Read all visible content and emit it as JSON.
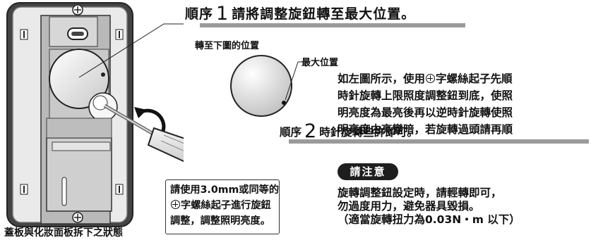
{
  "step1": {
    "prefix": "順序",
    "number": "1",
    "text": "請將調整旋鈕轉至最大位置。"
  },
  "rotate_to_label": "轉至下圖的位置",
  "max_position_label": "最大位置",
  "instructions": {
    "lines": [
      {
        "before": "如左圖所示，使用",
        "has_icon": true,
        "after": "字螺絲起子先順"
      },
      {
        "text": "時針旋轉上限照度調整鈕到底，使照"
      },
      {
        "text": "明亮度為最亮後再以逆時針旋轉使照"
      },
      {
        "text": "明亮度由亮變暗，若旋轉過頭請再順"
      }
    ]
  },
  "step2": {
    "prefix": "順序",
    "number": "2",
    "text": "時針旋轉些許即可。"
  },
  "notice": {
    "badge": "請注意",
    "lines": [
      "旋轉調整鈕設定時，請輕轉即可，",
      "勿過度用力，避免器具毀損。",
      "（適當旋轉扭力為0.03N・m 以下）"
    ]
  },
  "tip": {
    "line1": "請使用3.0mm或同等的",
    "line2_after_icon": "字螺絲起子進行旋鈕",
    "line3": "調整，調整照明亮度。"
  },
  "caption": "蓋板與化妝面板拆下之狀態",
  "colors": {
    "rule": "#9a9a9a",
    "badge_bg": "#1e1e1e",
    "device_face": "#b9b9b9",
    "device_frame": "#3a3a3a"
  }
}
